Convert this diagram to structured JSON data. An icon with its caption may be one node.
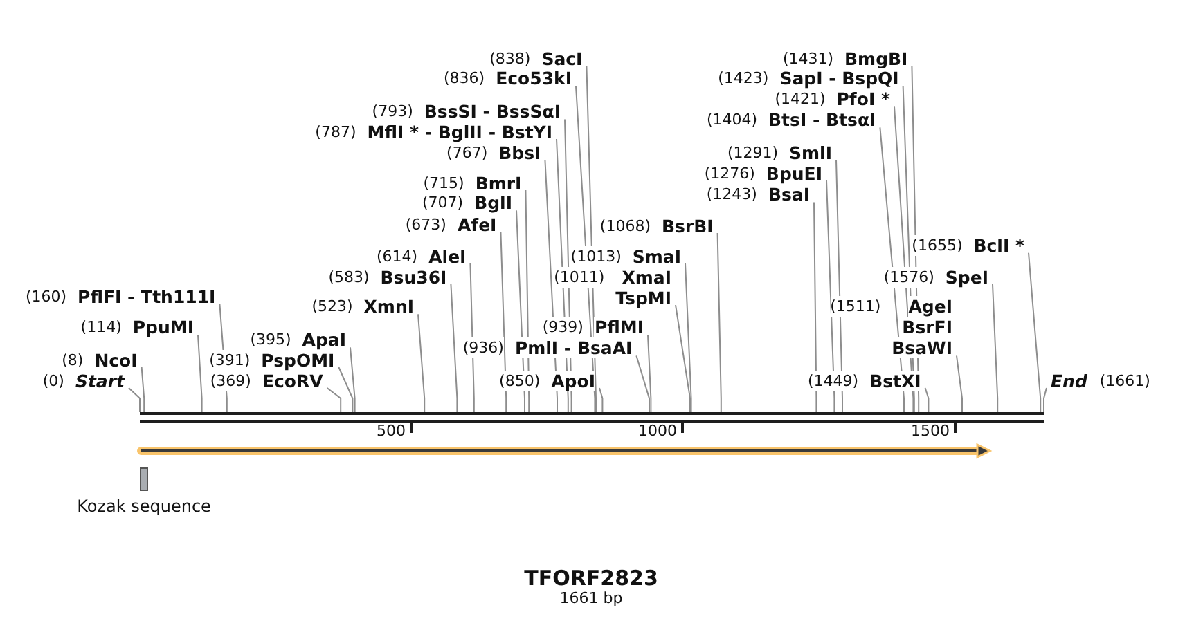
{
  "diagram": {
    "title": "TFORF2823",
    "caption": "1661 bp",
    "nodes": [
      {
        "text": [
          "(838)",
          "SacI"
        ]
      },
      {
        "text": [
          "(1431)",
          "BmgBI"
        ]
      },
      {
        "text": [
          "(836)",
          "Eco53kI"
        ]
      },
      {
        "text": [
          "(1423)",
          "SapI - BspQI"
        ]
      },
      {
        "text": [
          "(1421)",
          "PfoI *"
        ]
      },
      {
        "text": [
          "(793)",
          "BssSI - BssSαI"
        ]
      },
      {
        "text": [
          "(1404)",
          "BtsI - BtsαI"
        ]
      },
      {
        "text": [
          "(787)",
          "MflI * - BglII - BstYI"
        ]
      },
      {
        "text": [
          "(767)",
          "BbsI"
        ]
      },
      {
        "text": [
          "(1291)",
          "SmlI"
        ]
      },
      {
        "text": [
          "(1276)",
          "BpuEI"
        ]
      },
      {
        "text": [
          "(715)",
          "BmrI"
        ]
      },
      {
        "text": [
          "(1243)",
          "BsaI"
        ]
      },
      {
        "text": [
          "(707)",
          "BglI"
        ]
      },
      {
        "text": [
          "(673)",
          "AfeI"
        ]
      },
      {
        "text": [
          "(1068)",
          "BsrBI"
        ]
      },
      {
        "text": [
          "(1655)",
          "BclI *"
        ]
      },
      {
        "text": [
          "(614)",
          "AleI"
        ]
      },
      {
        "text": [
          "(1013)",
          "SmaI"
        ]
      },
      {
        "text": [
          "(583)",
          "Bsu36I"
        ]
      },
      {
        "text": [
          "(1011)",
          "XmaI",
          "TspMI"
        ]
      },
      {
        "text": [
          "(1576)",
          "SpeI"
        ]
      },
      {
        "text": [
          "(160)",
          "PflFI - Tth111I"
        ]
      },
      {
        "text": [
          "(523)",
          "XmnI"
        ]
      },
      {
        "text": [
          "(1511)",
          "AgeI",
          "BsrFI",
          "BsaWI"
        ]
      },
      {
        "text": [
          "(114)",
          "PpuMI"
        ]
      },
      {
        "text": [
          "(939)",
          "PflMI"
        ]
      },
      {
        "text": [
          "(395)",
          "ApaI"
        ]
      },
      {
        "text": [
          "(936)",
          "PmlI - BsaAI"
        ]
      },
      {
        "text": [
          "(8)",
          "NcoI"
        ]
      },
      {
        "text": [
          "(391)",
          "PspOMI"
        ]
      },
      {
        "text": [
          "(0)",
          "Start"
        ]
      },
      {
        "text": [
          "(369)",
          "EcoRV"
        ]
      },
      {
        "text": [
          "(850)",
          "ApoI"
        ]
      },
      {
        "text": [
          "(1449)",
          "BstXI"
        ]
      },
      {
        "text": [
          "End",
          "(1661)"
        ]
      },
      {
        "text": [],
        "shape": "bar"
      }
    ],
    "edges": [
      {
        "from": 0,
        "to": 36,
        "arrow": "none"
      },
      {
        "from": 1,
        "to": 36,
        "arrow": "none"
      },
      {
        "from": 2,
        "to": 36,
        "arrow": "none"
      },
      {
        "from": 3,
        "to": 36,
        "arrow": "none"
      },
      {
        "from": 4,
        "to": 36,
        "arrow": "none"
      },
      {
        "from": 5,
        "to": 36,
        "arrow": "none"
      },
      {
        "from": 6,
        "to": 36,
        "arrow": "none"
      },
      {
        "from": 7,
        "to": 36,
        "arrow": "none"
      },
      {
        "from": 8,
        "to": 36,
        "arrow": "none"
      },
      {
        "from": 9,
        "to": 36,
        "arrow": "none"
      },
      {
        "from": 10,
        "to": 36,
        "arrow": "none"
      },
      {
        "from": 11,
        "to": 36,
        "arrow": "none"
      },
      {
        "from": 12,
        "to": 36,
        "arrow": "none"
      },
      {
        "from": 13,
        "to": 36,
        "arrow": "none"
      },
      {
        "from": 14,
        "to": 36,
        "arrow": "none"
      },
      {
        "from": 15,
        "to": 36,
        "arrow": "none"
      },
      {
        "from": 16,
        "to": 36,
        "arrow": "none"
      },
      {
        "from": 17,
        "to": 36,
        "arrow": "none"
      },
      {
        "from": 18,
        "to": 36,
        "arrow": "none"
      },
      {
        "from": 19,
        "to": 36,
        "arrow": "none"
      },
      {
        "from": 20,
        "to": 36,
        "arrow": "none"
      },
      {
        "from": 21,
        "to": 36,
        "arrow": "none"
      },
      {
        "from": 22,
        "to": 36,
        "arrow": "none"
      },
      {
        "from": 23,
        "to": 36,
        "arrow": "none"
      },
      {
        "from": 24,
        "to": 36,
        "arrow": "none"
      },
      {
        "from": 25,
        "to": 36,
        "arrow": "none"
      },
      {
        "from": 26,
        "to": 36,
        "arrow": "none"
      },
      {
        "from": 27,
        "to": 36,
        "arrow": "none"
      },
      {
        "from": 28,
        "to": 36,
        "arrow": "none"
      },
      {
        "from": 29,
        "to": 36,
        "arrow": "none"
      },
      {
        "from": 30,
        "to": 36,
        "arrow": "none"
      },
      {
        "from": 31,
        "to": 36,
        "arrow": "none"
      },
      {
        "from": 32,
        "to": 36,
        "arrow": "none"
      },
      {
        "from": 33,
        "to": 36,
        "arrow": "none"
      },
      {
        "from": 34,
        "to": 36,
        "arrow": "none"
      },
      {
        "from": 35,
        "to": 36,
        "arrow": "none"
      }
    ],
    "labels": [
      "500",
      "1000",
      "1500",
      "Kozak sequence"
    ]
  }
}
